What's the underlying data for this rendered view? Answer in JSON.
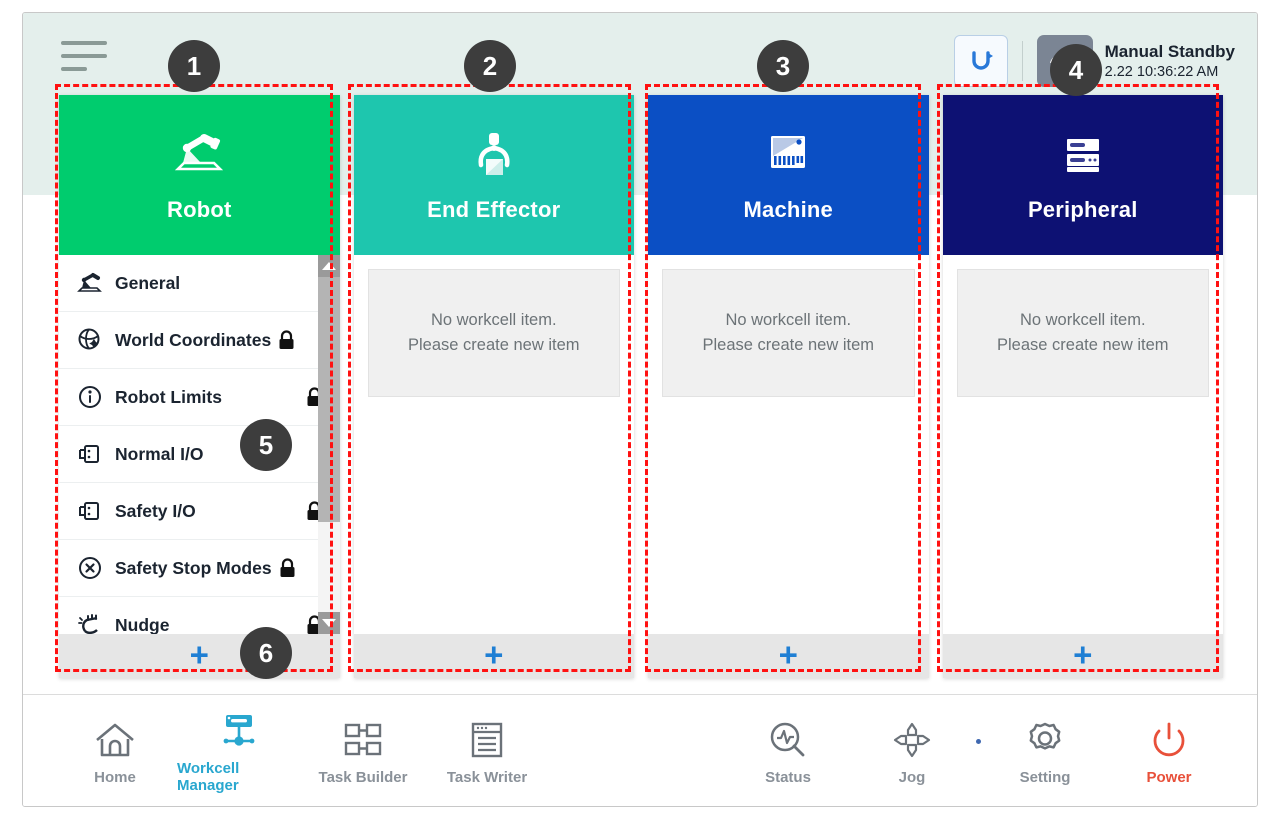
{
  "header": {
    "menu_icon": "hamburger-menu-icon",
    "reset_icon": "power-reset-icon",
    "mode_icon": "manual-hand-icon",
    "status_title": "Manual Standby",
    "status_time": "2.22 10:36:22 AM"
  },
  "columns": [
    {
      "key": "robot",
      "title": "Robot",
      "icon": "robot-arm-icon",
      "color": "#00cc6e",
      "add_label": "+",
      "has_list": true,
      "items": [
        {
          "label": "General",
          "icon": "robot-arm-icon",
          "locked": false,
          "lock_far": false
        },
        {
          "label": "World Coordinates",
          "icon": "globe-coordinates-icon",
          "locked": true,
          "lock_far": false
        },
        {
          "label": "Robot Limits",
          "icon": "limits-circle-icon",
          "locked": true,
          "lock_far": true
        },
        {
          "label": "Normal I/O",
          "icon": "io-port-icon",
          "locked": false,
          "lock_far": false
        },
        {
          "label": "Safety I/O",
          "icon": "io-port-icon",
          "locked": true,
          "lock_far": true
        },
        {
          "label": "Safety Stop Modes",
          "icon": "stop-octagon-icon",
          "locked": true,
          "lock_far": false
        },
        {
          "label": "Nudge",
          "icon": "nudge-hand-icon",
          "locked": true,
          "lock_far": true
        }
      ]
    },
    {
      "key": "end-effector",
      "title": "End Effector",
      "icon": "gripper-icon",
      "color": "#1ec6ae",
      "add_label": "+",
      "has_list": false,
      "empty_line1": "No workcell item.",
      "empty_line2": "Please create new item"
    },
    {
      "key": "machine",
      "title": "Machine",
      "icon": "cnc-machine-icon",
      "color": "#0b4fc4",
      "add_label": "+",
      "has_list": false,
      "empty_line1": "No workcell item.",
      "empty_line2": "Please create new item"
    },
    {
      "key": "peripheral",
      "title": "Peripheral",
      "icon": "server-rack-icon",
      "color": "#0d1173",
      "add_label": "+",
      "has_list": false,
      "empty_line1": "No workcell item.",
      "empty_line2": "Please create new item"
    }
  ],
  "nav_left": [
    {
      "key": "home",
      "label": "Home",
      "icon": "home-icon",
      "active": false
    },
    {
      "key": "workcell-manager",
      "label": "Workcell Manager",
      "icon": "workcell-node-icon",
      "active": true
    },
    {
      "key": "task-builder",
      "label": "Task Builder",
      "icon": "task-builder-blocks-icon",
      "active": false
    },
    {
      "key": "task-writer",
      "label": "Task Writer",
      "icon": "task-writer-document-icon",
      "active": false
    }
  ],
  "nav_right": [
    {
      "key": "status",
      "label": "Status",
      "icon": "status-pulse-magnifier-icon",
      "active": false
    },
    {
      "key": "jog",
      "label": "Jog",
      "icon": "jog-dpad-icon",
      "active": false
    },
    {
      "key": "setting",
      "label": "Setting",
      "icon": "gear-icon",
      "active": false
    },
    {
      "key": "power",
      "label": "Power",
      "icon": "power-icon",
      "active": false
    }
  ],
  "annotations": [
    {
      "number": "1"
    },
    {
      "number": "2"
    },
    {
      "number": "3"
    },
    {
      "number": "4"
    },
    {
      "number": "5"
    },
    {
      "number": "6"
    }
  ]
}
